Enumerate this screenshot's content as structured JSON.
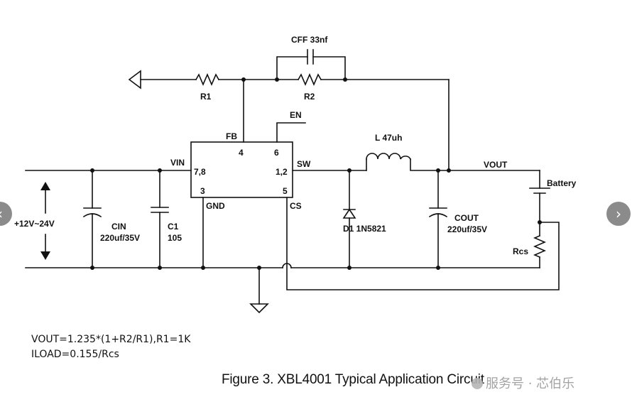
{
  "labels": {
    "cff": "CFF 33nf",
    "r1": "R1",
    "r2": "R2",
    "en": "EN",
    "fb": "FB",
    "pin_fb": "4",
    "pin_en": "6",
    "vin": "VIN",
    "pin_vin": "7,8",
    "pin_sw": "1,2",
    "sw": "SW",
    "pin_gnd": "3",
    "pin_cs": "5",
    "gnd": "GND",
    "cs": "CS",
    "inductor": "L 47uh",
    "vout": "VOUT",
    "battery": "Battery",
    "input_range": "+12V~24V",
    "cin": "CIN",
    "cin_value": "220uf/35V",
    "c1": "C1",
    "c1_value": "105",
    "diode": "D1 1N5821",
    "cout": "COUT",
    "cout_value": "220uf/35V",
    "rcs": "Rcs"
  },
  "formulas": {
    "vout": "VOUT=1.235*(1+R2/R1),R1=1K",
    "iload": "ILOAD=0.155/Rcs"
  },
  "caption": "Figure 3. XBL4001 Typical Application Circuit",
  "watermark": "服务号 · 芯伯乐",
  "nav": {
    "prev": "‹",
    "next": "›"
  }
}
